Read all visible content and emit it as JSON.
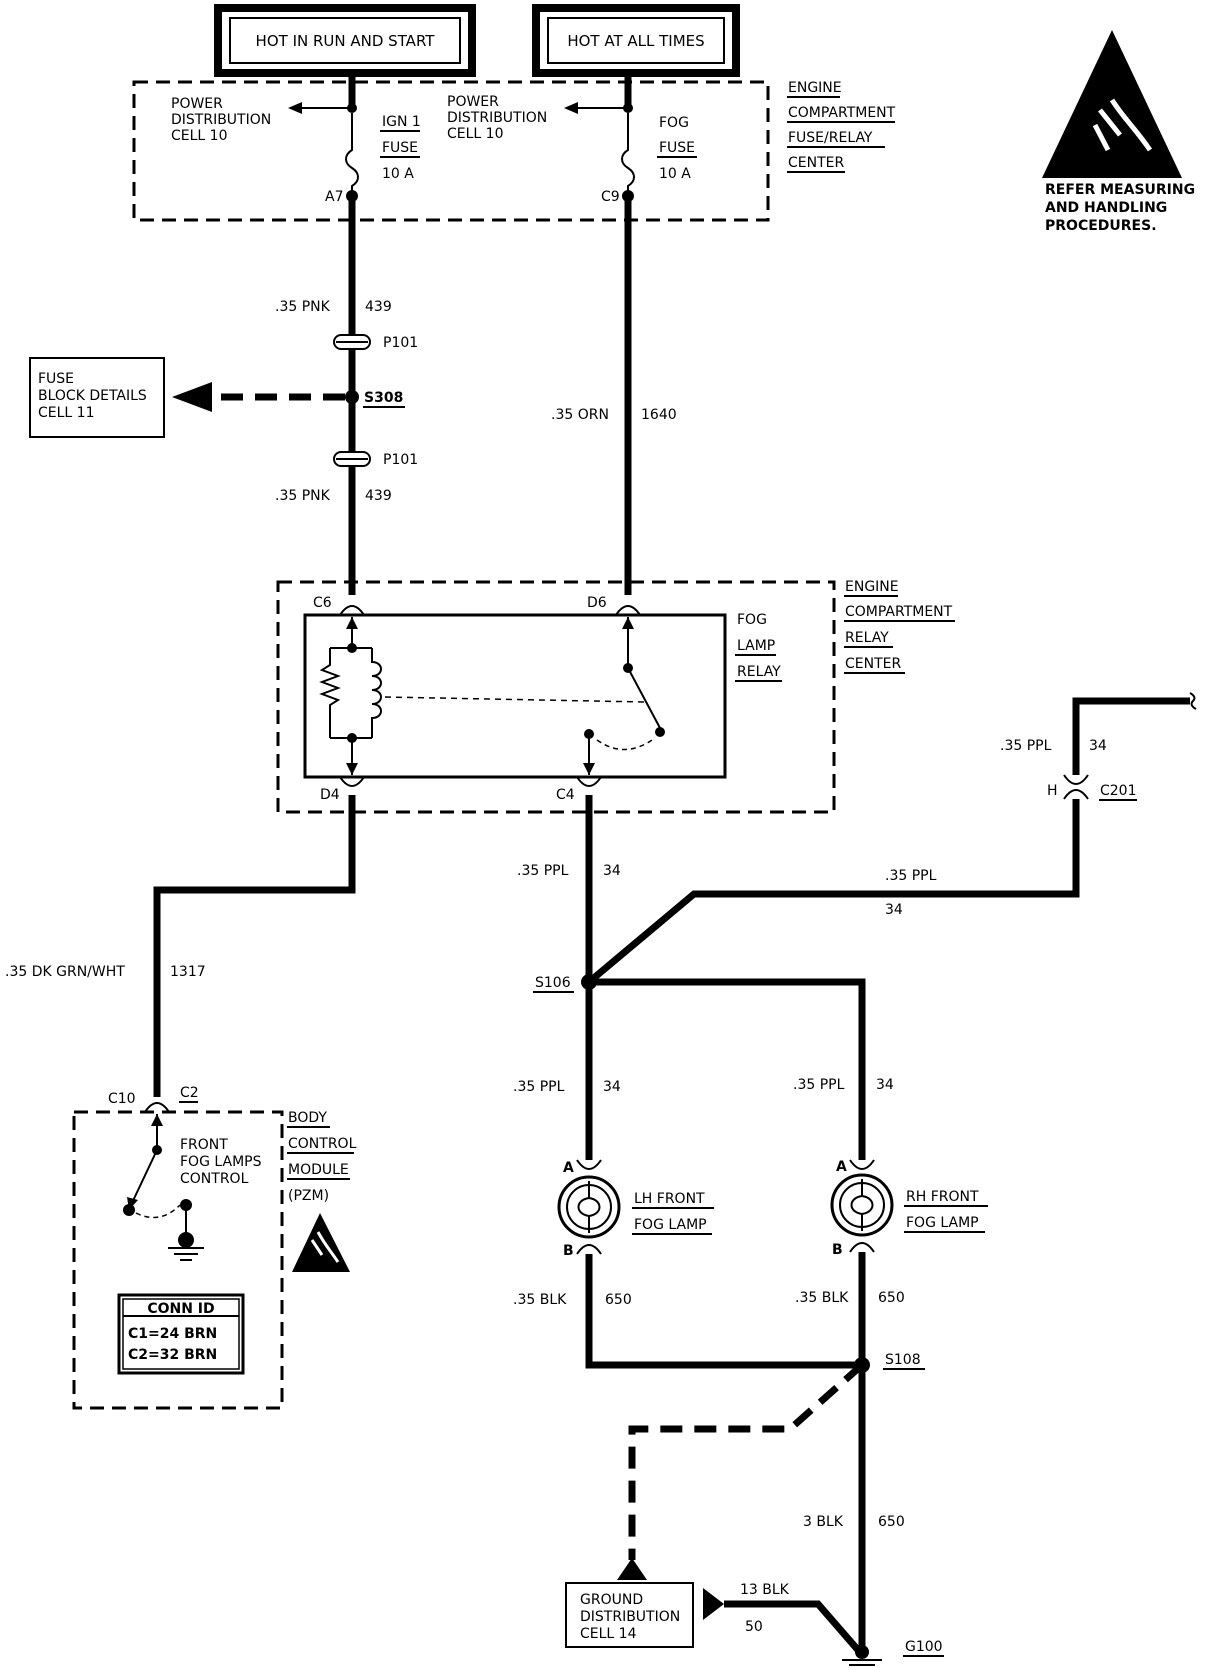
{
  "supply": {
    "hot_run_start": "HOT IN RUN AND START",
    "hot_all_times": "HOT AT ALL TIMES"
  },
  "fuse_center": {
    "label": [
      "ENGINE",
      "COMPARTMENT",
      "FUSE/RELAY",
      "CENTER"
    ],
    "pd_left": [
      "POWER",
      "DISTRIBUTION",
      "CELL 10"
    ],
    "pd_right": [
      "POWER",
      "DISTRIBUTION",
      "CELL 10"
    ],
    "ign_fuse": [
      "IGN 1",
      "FUSE",
      "10 A"
    ],
    "fog_fuse": [
      "FOG",
      "FUSE",
      "10 A"
    ],
    "pin_a7": "A7",
    "pin_c9": "C9"
  },
  "esd_note": [
    "REFER MEASURING",
    "AND HANDLING",
    "PROCEDURES."
  ],
  "wires": {
    "w439_top_size": ".35 PNK",
    "w439_top_num": "439",
    "p101_top": "P101",
    "s308": "S308",
    "p101_bottom": "P101",
    "w439_bot_size": ".35 PNK",
    "w439_bot_num": "439",
    "w1640_size": ".35 ORN",
    "w1640_num": "1640",
    "w1317_size": ".35 DK GRN/WHT",
    "w1317_num": "1317",
    "w34_c4_size": ".35 PPL",
    "w34_c4_num": "34",
    "w34_top_size": ".35 PPL",
    "w34_top_num": "34",
    "c201_pin": "H",
    "c201": "C201",
    "w34_horiz_size": ".35 PPL",
    "w34_horiz_num": "34",
    "s106": "S106",
    "w34_lh_size": ".35 PPL",
    "w34_lh_num": "34",
    "w34_rh_size": ".35 PPL",
    "w34_rh_num": "34",
    "w650_lh_size": ".35 BLK",
    "w650_lh_num": "650",
    "w650_rh_size": ".35 BLK",
    "w650_rh_num": "650",
    "s108": "S108",
    "w650_gnd_size": "3 BLK",
    "w650_gnd_num": "650",
    "w50_size": "13 BLK",
    "w50_num": "50",
    "g100": "G100"
  },
  "fuse_block": [
    "FUSE",
    "BLOCK DETAILS",
    "CELL 11"
  ],
  "relay_center": {
    "label": [
      "ENGINE",
      "COMPARTMENT",
      "RELAY",
      "CENTER"
    ],
    "relay": [
      "FOG",
      "LAMP",
      "RELAY"
    ],
    "c6": "C6",
    "d6": "D6",
    "d4": "D4",
    "c4": "C4"
  },
  "bcm": {
    "label": [
      "BODY",
      "CONTROL",
      "MODULE",
      "(PZM)"
    ],
    "c10": "C10",
    "c2": "C2",
    "control": [
      "FRONT",
      "FOG LAMPS",
      "CONTROL"
    ],
    "conn_id_title": "CONN ID",
    "conn_id_c1": "C1=24 BRN",
    "conn_id_c2": "C2=32 BRN"
  },
  "lamps": {
    "lh": [
      "LH FRONT",
      "FOG LAMP"
    ],
    "rh": [
      "RH FRONT",
      "FOG LAMP"
    ],
    "pin_a": "A",
    "pin_b": "B"
  },
  "ground_dist": [
    "GROUND",
    "DISTRIBUTION",
    "CELL 14"
  ]
}
